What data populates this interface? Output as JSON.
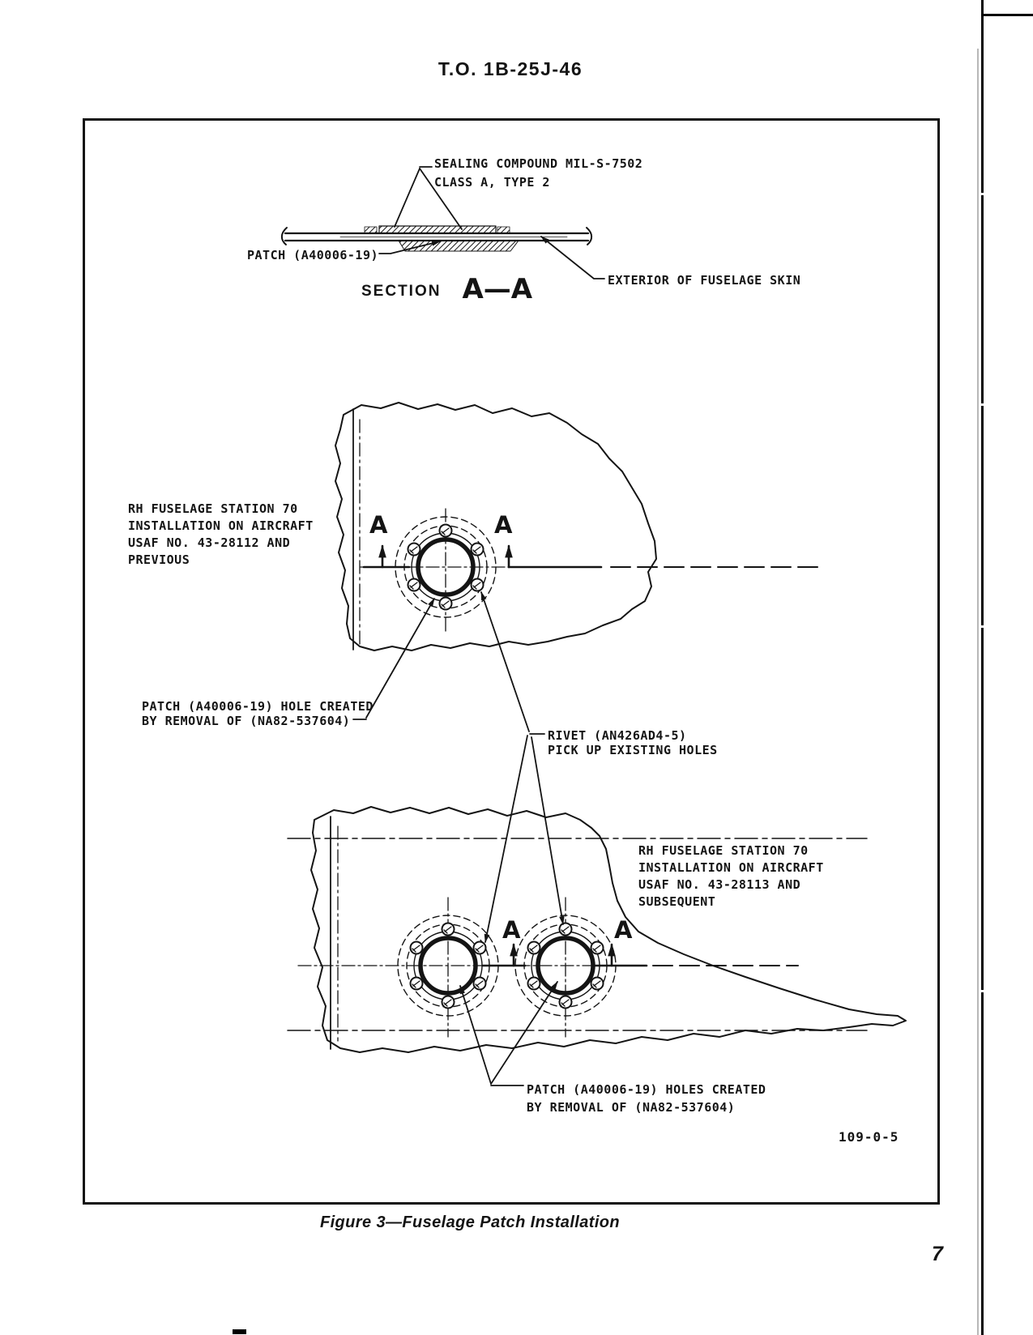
{
  "page": {
    "header": "T.O. 1B-25J-46",
    "figure_number": "109-0-5",
    "caption": "Figure 3—Fuselage Patch Installation",
    "page_number": "7"
  },
  "colors": {
    "ink": "#141414",
    "paper": "#ffffff"
  },
  "section_view": {
    "title_word": "SECTION",
    "title_cut": "A—A",
    "sealing_label_line1": "SEALING COMPOUND MIL-S-7502",
    "sealing_label_line2": "CLASS A, TYPE 2",
    "patch_label": "PATCH (A40006-19)",
    "exterior_label": "EXTERIOR OF FUSELAGE SKIN"
  },
  "upper_view": {
    "cut_letter": "A",
    "station_label": [
      "RH FUSELAGE STATION 70",
      "INSTALLATION ON AIRCRAFT",
      "USAF NO. 43-28112 AND",
      "PREVIOUS"
    ],
    "hole_label": [
      "PATCH (A40006-19) HOLE CREATED",
      "BY REMOVAL OF (NA82-537604)"
    ]
  },
  "rivet_label": [
    "RIVET (AN426AD4-5)",
    "PICK UP EXISTING HOLES"
  ],
  "lower_view": {
    "cut_letter": "A",
    "station_label": [
      "RH FUSELAGE STATION 70",
      "INSTALLATION ON AIRCRAFT",
      "USAF NO. 43-28113 AND",
      "SUBSEQUENT"
    ],
    "holes_label": [
      "PATCH (A40006-19) HOLES CREATED",
      "BY REMOVAL OF (NA82-537604)"
    ]
  }
}
